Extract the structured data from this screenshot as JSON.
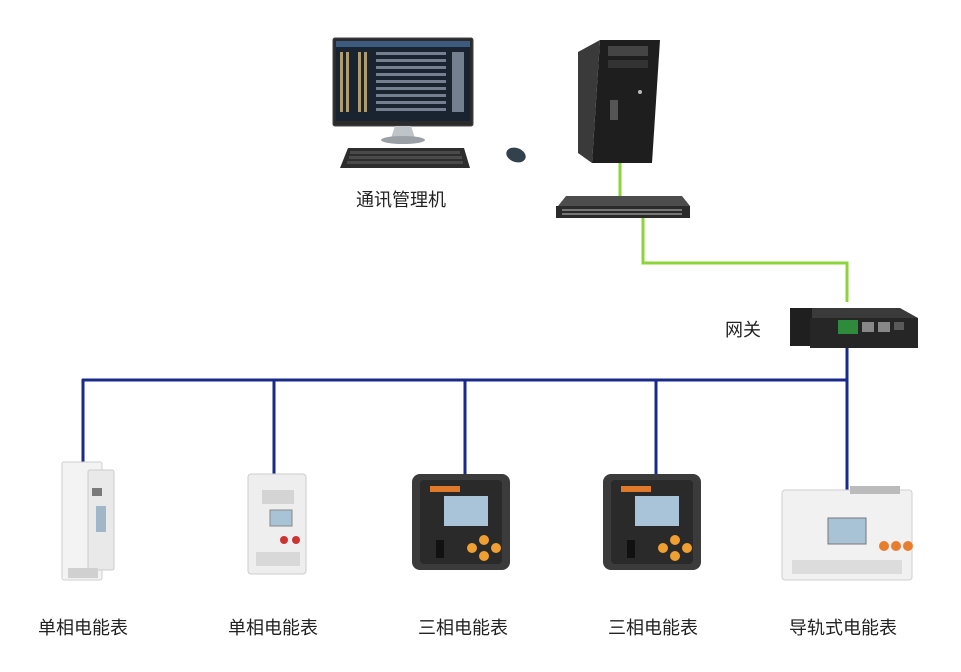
{
  "labels": {
    "management_pc": "通讯管理机",
    "gateway": "网关",
    "meters": [
      "单相电能表",
      "单相电能表",
      "三相电能表",
      "三相电能表",
      "导轨式电能表"
    ]
  },
  "colors": {
    "ethernet": "#8cd43a",
    "rs485": "#1a2a8c",
    "text": "#222222"
  }
}
